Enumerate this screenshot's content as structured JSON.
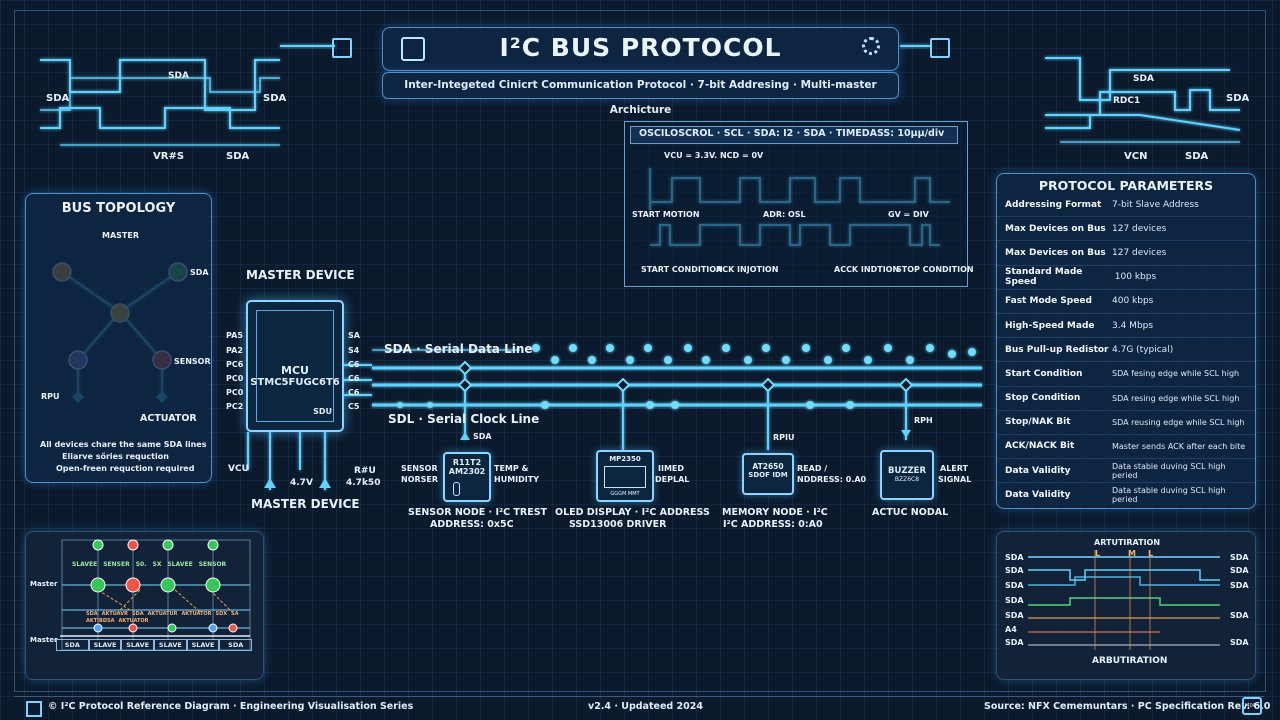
{
  "header": {
    "title": "I²C BUS PROTOCOL",
    "subtitle": "Inter-Integeted Cinicrt Communication Protocol · 7-bit Addresing · Multi-master Archicture"
  },
  "top_left_timing": {
    "labels": [
      "SDA",
      "SDA",
      "SDA",
      "VR#S",
      "SDA"
    ]
  },
  "top_right_timing": {
    "labels": [
      "SDA",
      "RDC1",
      "SDA",
      "VCN",
      "SDA"
    ]
  },
  "oscilloscope": {
    "header": "OSCILOSCROL · SCL · SDA: I2 · SDA · TIMEDASS: 10μμ/div",
    "voltage": "VCU = 3.3V.  NCD = 0V",
    "labels_top": [
      "START MOTION",
      "ADR: OSL",
      "GV = DIV"
    ],
    "labels_bottom": [
      "START CONDITION",
      "ACK INJOTION",
      "ACCK INDTION",
      "STOP CONDITION"
    ]
  },
  "topology": {
    "title": "BUS TOPOLOGY",
    "nodes": [
      "MASTER",
      "SDA",
      "SENSOR",
      "RPU",
      "ACTUATOR"
    ],
    "notes": [
      "All devices chare the same SDA lines",
      "Eliarve sőries requction",
      "Open-freen requction required"
    ]
  },
  "master": {
    "top_label": "MASTER DEVICE",
    "chip_line1": "MCU",
    "chip_line2": "STMC5FUGC6T6",
    "chip_pin": "SDU",
    "left_pins": [
      "PA5",
      "PA2",
      "PC6",
      "PC0",
      "PC0",
      "PC2"
    ],
    "right_pins": [
      "SA",
      "S4",
      "C6",
      "C6",
      "C6",
      "C5"
    ],
    "vcu": "VCU",
    "voltage": "4.7V",
    "rpu": "R#U",
    "resistor": "4.7k50",
    "bottom_label": "MASTER DEVICE"
  },
  "bus": {
    "sda_label": "SDA · Serial Data Line",
    "scl_label": "SDL · Serial Clock Line"
  },
  "nodes": {
    "sensor": {
      "tag": "SDA",
      "left": [
        "SENSOR",
        "NORSER"
      ],
      "chip": [
        "R11T2",
        "AM2302"
      ],
      "right": [
        "TEMP &",
        "HUMIDITY"
      ],
      "caption": [
        "SENSOR NODE · I²C TREST",
        "ADDRESS: 0x5C"
      ]
    },
    "display": {
      "chip": "MP2350",
      "screen": "GGGM MMT",
      "right": [
        "IIMED",
        "DEPLAL"
      ],
      "caption": [
        "OLED DISPLAY · I²C ADDRESS",
        "SSD13006 DRIVER"
      ]
    },
    "memory": {
      "tag": "RPIU",
      "chip": [
        "AT2650",
        "SDOF IDM"
      ],
      "right": [
        "READ /",
        "NDDRESS: 0.A0"
      ],
      "caption": [
        "MEMORY NODE · I²C",
        "I²C ADDRESS: 0:A0"
      ]
    },
    "buzzer": {
      "tag": "RPH",
      "chip": [
        "BUZZER",
        "BZZ6C8"
      ],
      "right": [
        "ALERT",
        "SIGNAL"
      ],
      "caption": [
        "ACTUC NODAL"
      ]
    }
  },
  "protocol_parameters": {
    "title": "PROTOCOL PARAMETERS",
    "rows": [
      {
        "k": "Addressing Format",
        "v": "7-bit Slave Address"
      },
      {
        "k": "Max Devices on Bus",
        "v": "127 devices"
      },
      {
        "k": "Max Devices on Bus",
        "v": "127 devices"
      },
      {
        "k": "Standard Made Speed",
        "v": "100 kbps"
      },
      {
        "k": "Fast Mode Speed",
        "v": "400 kbps"
      },
      {
        "k": "High-Speed Made",
        "v": "3.4 Mbps"
      },
      {
        "k": "Bus Pull-up Redistor",
        "v": "4.7G (typical)"
      },
      {
        "k": "Start Condition",
        "v": "SDA fesing edge while SCL high"
      },
      {
        "k": "Stop Condition",
        "v": "SDA resing edge while SCL high"
      },
      {
        "k": "Stop/NAK Bit",
        "v": "SDA reusing edge while SCL high"
      },
      {
        "k": "ACK/NACK Bit",
        "v": "Master sends ACK after each bite"
      },
      {
        "k": "Data Validity",
        "v": "Data stable duving SCL high peried"
      },
      {
        "k": "Data Validity",
        "v": "Data stable duving SCL high peried"
      }
    ]
  },
  "bottom_left": {
    "master_labels": [
      "Master",
      "Master"
    ],
    "top_row": [
      "SLAVEE",
      "SENSER",
      "S0.",
      "SX",
      "SLAVEE",
      "SENSOR"
    ],
    "mid_row": [
      "SDA",
      "AKTUAVR",
      "SDA",
      "AKTUATUR",
      "AKTUATOR",
      "SDX",
      "SA",
      "AKTIBDSA",
      "AKTUATOR"
    ],
    "bottom_row": [
      "SDA",
      "SLAVE",
      "SLAVE",
      "SLAVE",
      "SLAVE",
      "SDA"
    ]
  },
  "arbitration": {
    "title_top": "ARTUTIRATION",
    "title_bottom": "ARBUTIRATION",
    "left_labels": [
      "SDA",
      "SDA",
      "SDA",
      "SDA",
      "SDA",
      "A4",
      "SDA"
    ],
    "right_labels": [
      "SDA",
      "SDA",
      "SDA",
      "SDA",
      "SDA"
    ],
    "marks": [
      "L",
      "M",
      "L"
    ]
  },
  "footer": {
    "left": "© I²C Protocol Reference Diagram · Engineering Visualisation Series",
    "center": "v2.4 · Updateed 2024",
    "right": "Source: NFX Cememuntars · PC Specification Rev. 6.0",
    "badge": "I40C"
  },
  "colors": {
    "accent": "#3fc4ff",
    "background": "#0b1a2c",
    "panel_border": "#4f8fc8"
  }
}
